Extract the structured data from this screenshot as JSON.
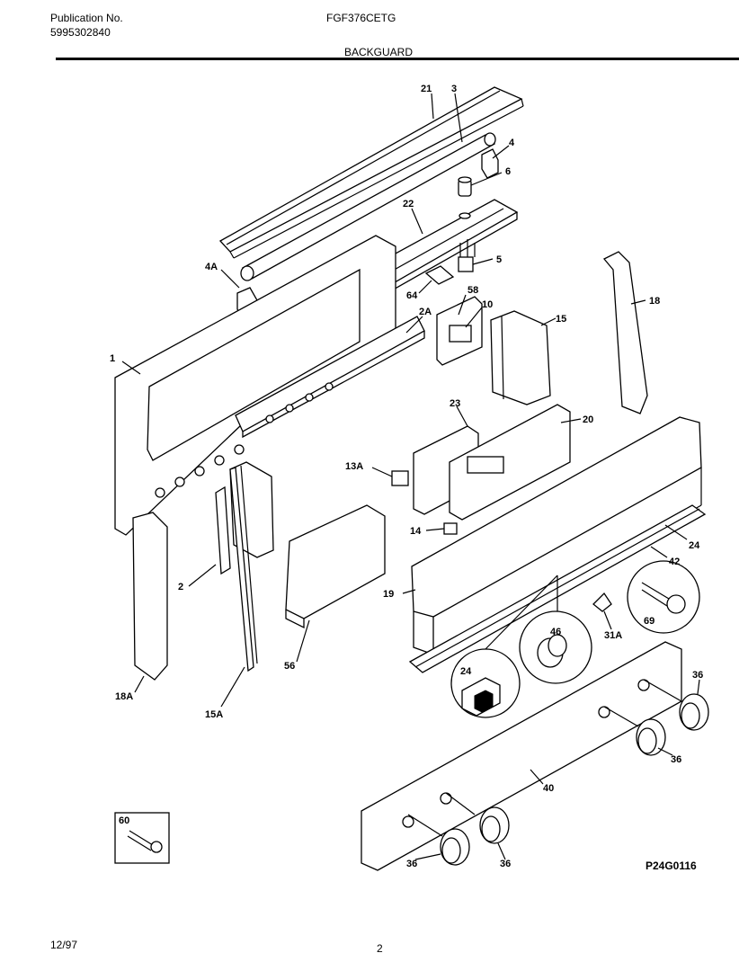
{
  "header": {
    "publication_label": "Publication No.",
    "publication_number": "5995302840",
    "model": "FGF376CETG",
    "section": "BACKGUARD"
  },
  "footer": {
    "date": "12/97",
    "page": "2",
    "drawing_id": "P24G0116"
  },
  "callouts": {
    "c21": "21",
    "c3": "3",
    "c4": "4",
    "c6": "6",
    "c22": "22",
    "c4a": "4A",
    "c5": "5",
    "c64": "64",
    "c58": "58",
    "c10": "10",
    "c2a": "2A",
    "c15": "15",
    "c18": "18",
    "c1": "1",
    "c23": "23",
    "c20": "20",
    "c13a": "13A",
    "c14": "14",
    "c24a": "24",
    "c42": "42",
    "c19": "19",
    "c31a": "31A",
    "c69": "69",
    "c2": "2",
    "c56": "56",
    "c46": "46",
    "c24b": "24",
    "c36a": "36",
    "c36b": "36",
    "c18a": "18A",
    "c15a": "15A",
    "c40": "40",
    "c60": "60",
    "c36c": "36",
    "c36d": "36"
  }
}
